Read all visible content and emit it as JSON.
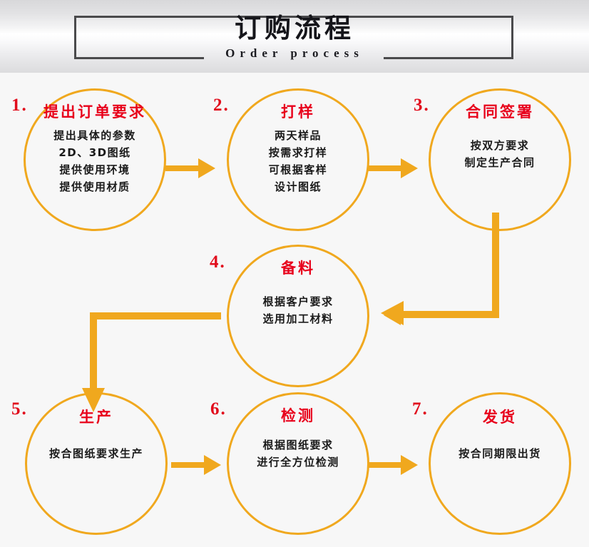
{
  "header": {
    "title_cn": "订购流程",
    "title_en": "Order process"
  },
  "theme": {
    "accent": "#f0a81e",
    "title_red": "#e8001b",
    "number_red": "#e10d1c",
    "body_text": "#1a1a1a",
    "frame": "#4a4a4c",
    "page_bg": "#f7f7f7"
  },
  "flow": {
    "steps": [
      {
        "number": "1.",
        "title": "提出订单要求",
        "lines": [
          "提出具体的参数",
          "2D、3D图纸",
          "提供使用环境",
          "提供使用材质"
        ]
      },
      {
        "number": "2.",
        "title": "打样",
        "lines": [
          "两天样品",
          "按需求打样",
          "可根据客样",
          "设计图纸"
        ]
      },
      {
        "number": "3.",
        "title": "合同签署",
        "lines": [
          "按双方要求",
          "制定生产合同"
        ]
      },
      {
        "number": "4.",
        "title": "备料",
        "lines": [
          "根据客户要求",
          "选用加工材料"
        ]
      },
      {
        "number": "5.",
        "title": "生产",
        "lines": [
          "按合图纸要求生产"
        ]
      },
      {
        "number": "6.",
        "title": "检测",
        "lines": [
          "根据图纸要求",
          "进行全方位检测"
        ]
      },
      {
        "number": "7.",
        "title": "发货",
        "lines": [
          "按合同期限出货"
        ]
      }
    ],
    "connectors": [
      {
        "name": "arrow-step1-to-step2",
        "kind": "straight-right"
      },
      {
        "name": "arrow-step2-to-step3",
        "kind": "straight-right"
      },
      {
        "name": "arrow-step3-to-step4",
        "kind": "elbow-down-left"
      },
      {
        "name": "arrow-step4-to-step5",
        "kind": "elbow-left-down"
      },
      {
        "name": "arrow-step5-to-step6",
        "kind": "straight-right"
      },
      {
        "name": "arrow-step6-to-step7",
        "kind": "straight-right"
      }
    ]
  }
}
